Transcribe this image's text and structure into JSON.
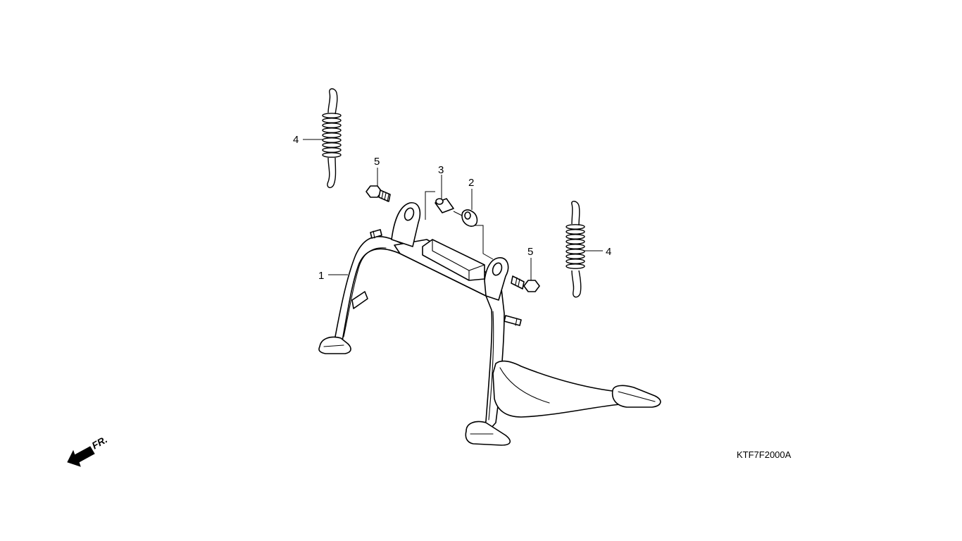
{
  "diagram": {
    "code": "KTF7F2000A",
    "front_marker": "FR.",
    "callouts": [
      {
        "id": "callout-1",
        "label": "1",
        "part": "main-stand"
      },
      {
        "id": "callout-2",
        "label": "2",
        "part": "collar"
      },
      {
        "id": "callout-3",
        "label": "3",
        "part": "bushing"
      },
      {
        "id": "callout-4a",
        "label": "4",
        "part": "spring-left"
      },
      {
        "id": "callout-4b",
        "label": "4",
        "part": "spring-right"
      },
      {
        "id": "callout-5a",
        "label": "5",
        "part": "bolt-left"
      },
      {
        "id": "callout-5b",
        "label": "5",
        "part": "bolt-right"
      }
    ]
  }
}
